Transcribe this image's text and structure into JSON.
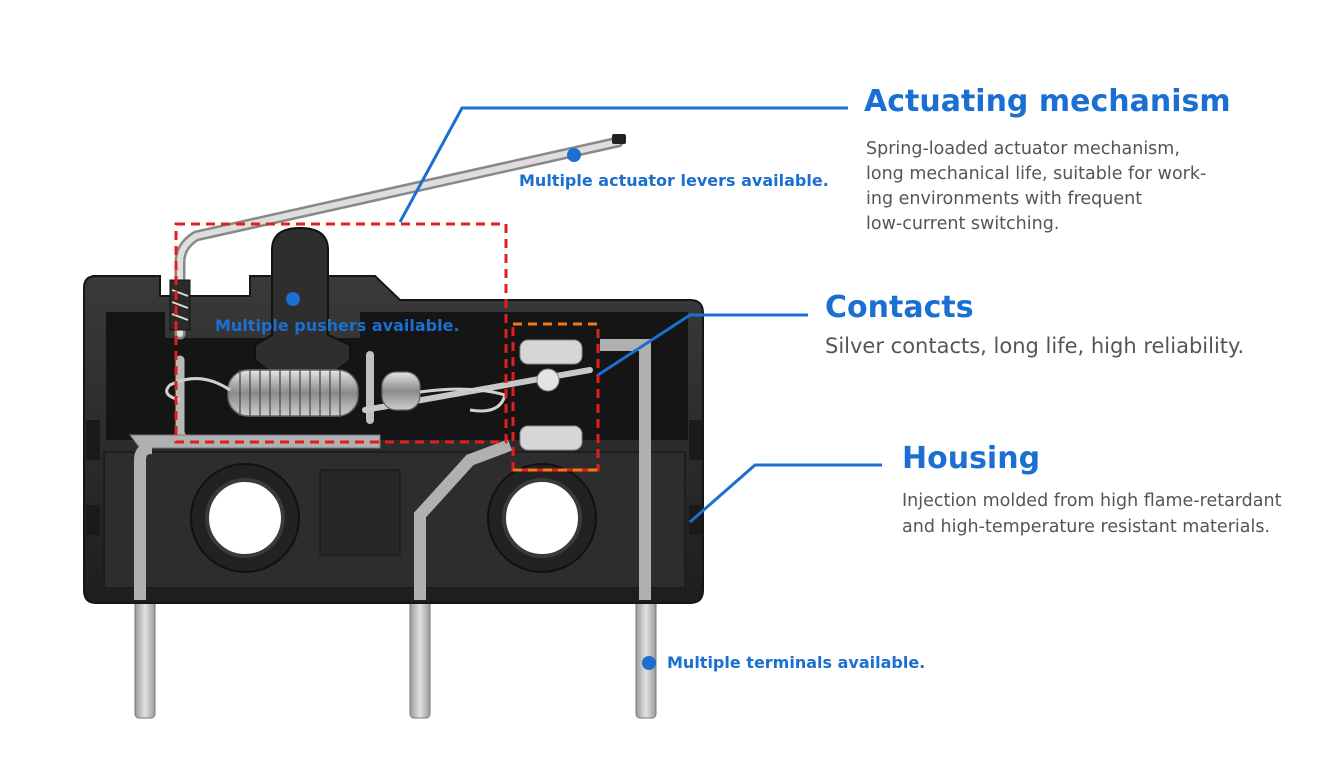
{
  "callouts": {
    "actuating": {
      "title": "Actuating mechanism",
      "description_lines": [
        "Spring-loaded actuator mechanism,",
        "long mechanical life, suitable for work-",
        "ing environments with frequent",
        "low-current switching."
      ]
    },
    "contacts": {
      "title": "Contacts",
      "description": "Silver contacts, long life, high reliability."
    },
    "housing": {
      "title": "Housing",
      "description_lines": [
        "Injection molded from high flame-retardant",
        "and high-temperature resistant materials."
      ]
    }
  },
  "labels": {
    "levers": "Multiple actuator levers available.",
    "pushers": "Multiple pushers available.",
    "terminals": "Multiple terminals available."
  },
  "colors": {
    "accent_blue": "#1a6fd1",
    "housing_black": "#2a2a2a",
    "metal_gray": "#a9a9a9",
    "highlight_red": "#e02020",
    "highlight_orange": "#f07a1a",
    "description_gray": "#555555"
  }
}
